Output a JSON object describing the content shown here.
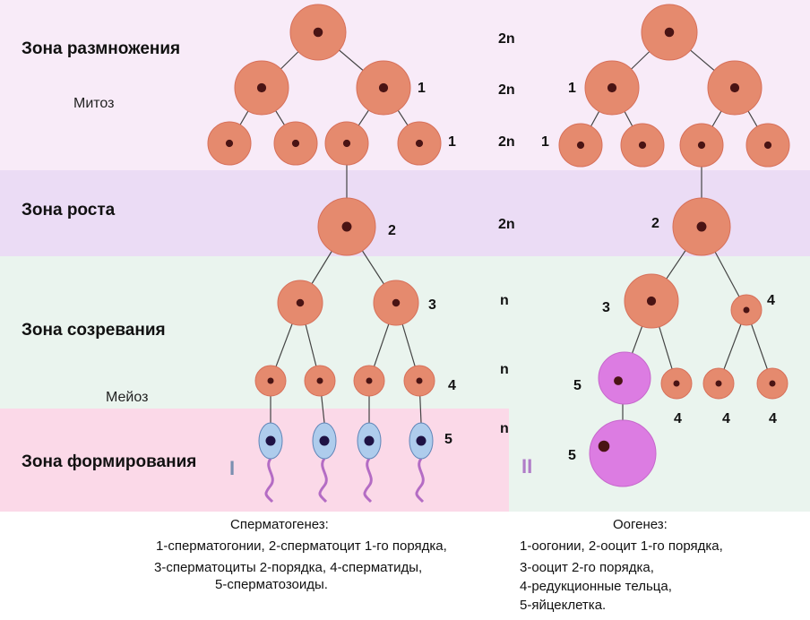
{
  "colors": {
    "band_reproduction": "#f8ebf8",
    "band_growth": "#ebdcf5",
    "band_maturation": "#eaf4ee",
    "band_formation": "#fbd9e8",
    "cell_fill": "#e58a6e",
    "cell_stroke": "#d7705a",
    "nucleus": "#4a1414",
    "sperm_head": "#aeccec",
    "sperm_tail": "#b46cc4",
    "egg_fill": "#dc7ce2",
    "roman_left": "#7a8fb0",
    "roman_right": "#b07cc8"
  },
  "zones": {
    "reproduction": "Зона размножения",
    "growth": "Зона роста",
    "maturation": "Зона созревания",
    "formation": "Зона формирования"
  },
  "processes": {
    "mitosis": "Митоз",
    "meiosis": "Мейоз"
  },
  "ploidy": {
    "row1": "2n",
    "row2": "2n",
    "row3": "2n",
    "row4": "2n",
    "row5": "n",
    "row6": "n",
    "row7": "n"
  },
  "labels": {
    "l_1a": "1",
    "l_1b": "1",
    "l_2": "2",
    "l_3": "3",
    "l_4": "4",
    "l_5": "5",
    "r_1a": "1",
    "r_1b": "1",
    "r_2": "2",
    "r_3": "3",
    "r_4a": "4",
    "r_4b": "4",
    "r_4c": "4",
    "r_4d": "4",
    "r_5a": "5",
    "r_5b": "5"
  },
  "roman": {
    "left": "I",
    "right": "II"
  },
  "captions": {
    "spermatogenesis": {
      "title": "Сперматогенез:",
      "lines": [
        "1-сперматогонии, 2-сперматоцит 1-го порядка,",
        "3-сперматоциты  2-порядка, 4-сперматиды,",
        "5-сперматозоиды."
      ]
    },
    "oogenesis": {
      "title": "Оогенез:",
      "lines": [
        "1-оогонии, 2-ооцит 1-го порядка,",
        "3-ооцит 2-го порядка,",
        "4-редукционные тельца,",
        "5-яйцеклетка."
      ]
    }
  }
}
